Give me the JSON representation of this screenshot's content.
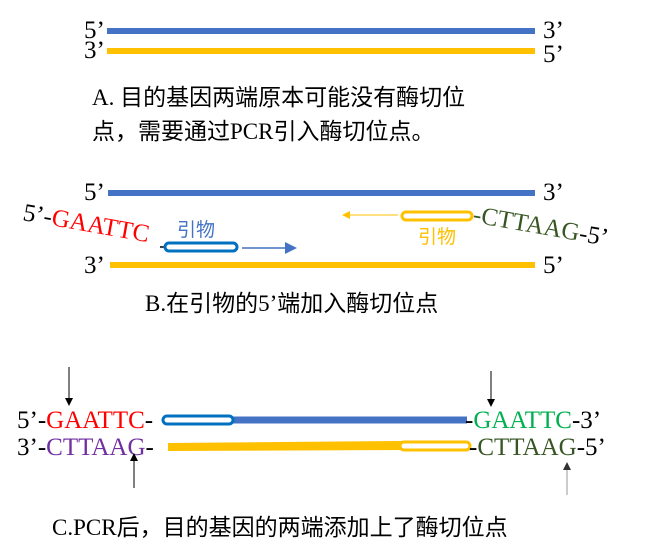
{
  "colors": {
    "blue_strand": "#4472C4",
    "yellow_strand": "#FFC000",
    "primer_blue": "#0070C0",
    "red": "#FF0000",
    "green": "#00B050",
    "dark_green": "#375623",
    "purple": "#7030A0"
  },
  "panel_a": {
    "top_left": "5’",
    "top_right": "3’",
    "bottom_left": "3’",
    "bottom_right": "5’",
    "caption_line1": "A. 目的基因两端原本可能没有酶切位",
    "caption_line2": "点，需要通过PCR引入酶切位点。"
  },
  "panel_b": {
    "top_left": "5’",
    "top_right": "3’",
    "bottom_left": "3’",
    "bottom_right": "5’",
    "left_prefix": "5’-",
    "left_site": "GAATTC",
    "right_site": "-CTTAAG",
    "right_suffix": "-5’",
    "primer_label_left": "引物",
    "primer_label_right": "引物",
    "caption": "B.在引物的5’端加入酶切位点"
  },
  "panel_c": {
    "top_left_prefix": "5’-",
    "top_left_site": "GAATTC",
    "top_left_dash": "-",
    "top_right_dash": "-",
    "top_right_site": "GAATTC",
    "top_right_suffix": "-3’",
    "bottom_left_prefix": "3’-",
    "bottom_left_site": "CTTAAG",
    "bottom_left_dash": "-",
    "bottom_right_dash": "-",
    "bottom_right_site": "CTTAAG",
    "bottom_right_suffix": "-5’",
    "caption": "C.PCR后，目的基因的两端添加上了酶切位点"
  }
}
